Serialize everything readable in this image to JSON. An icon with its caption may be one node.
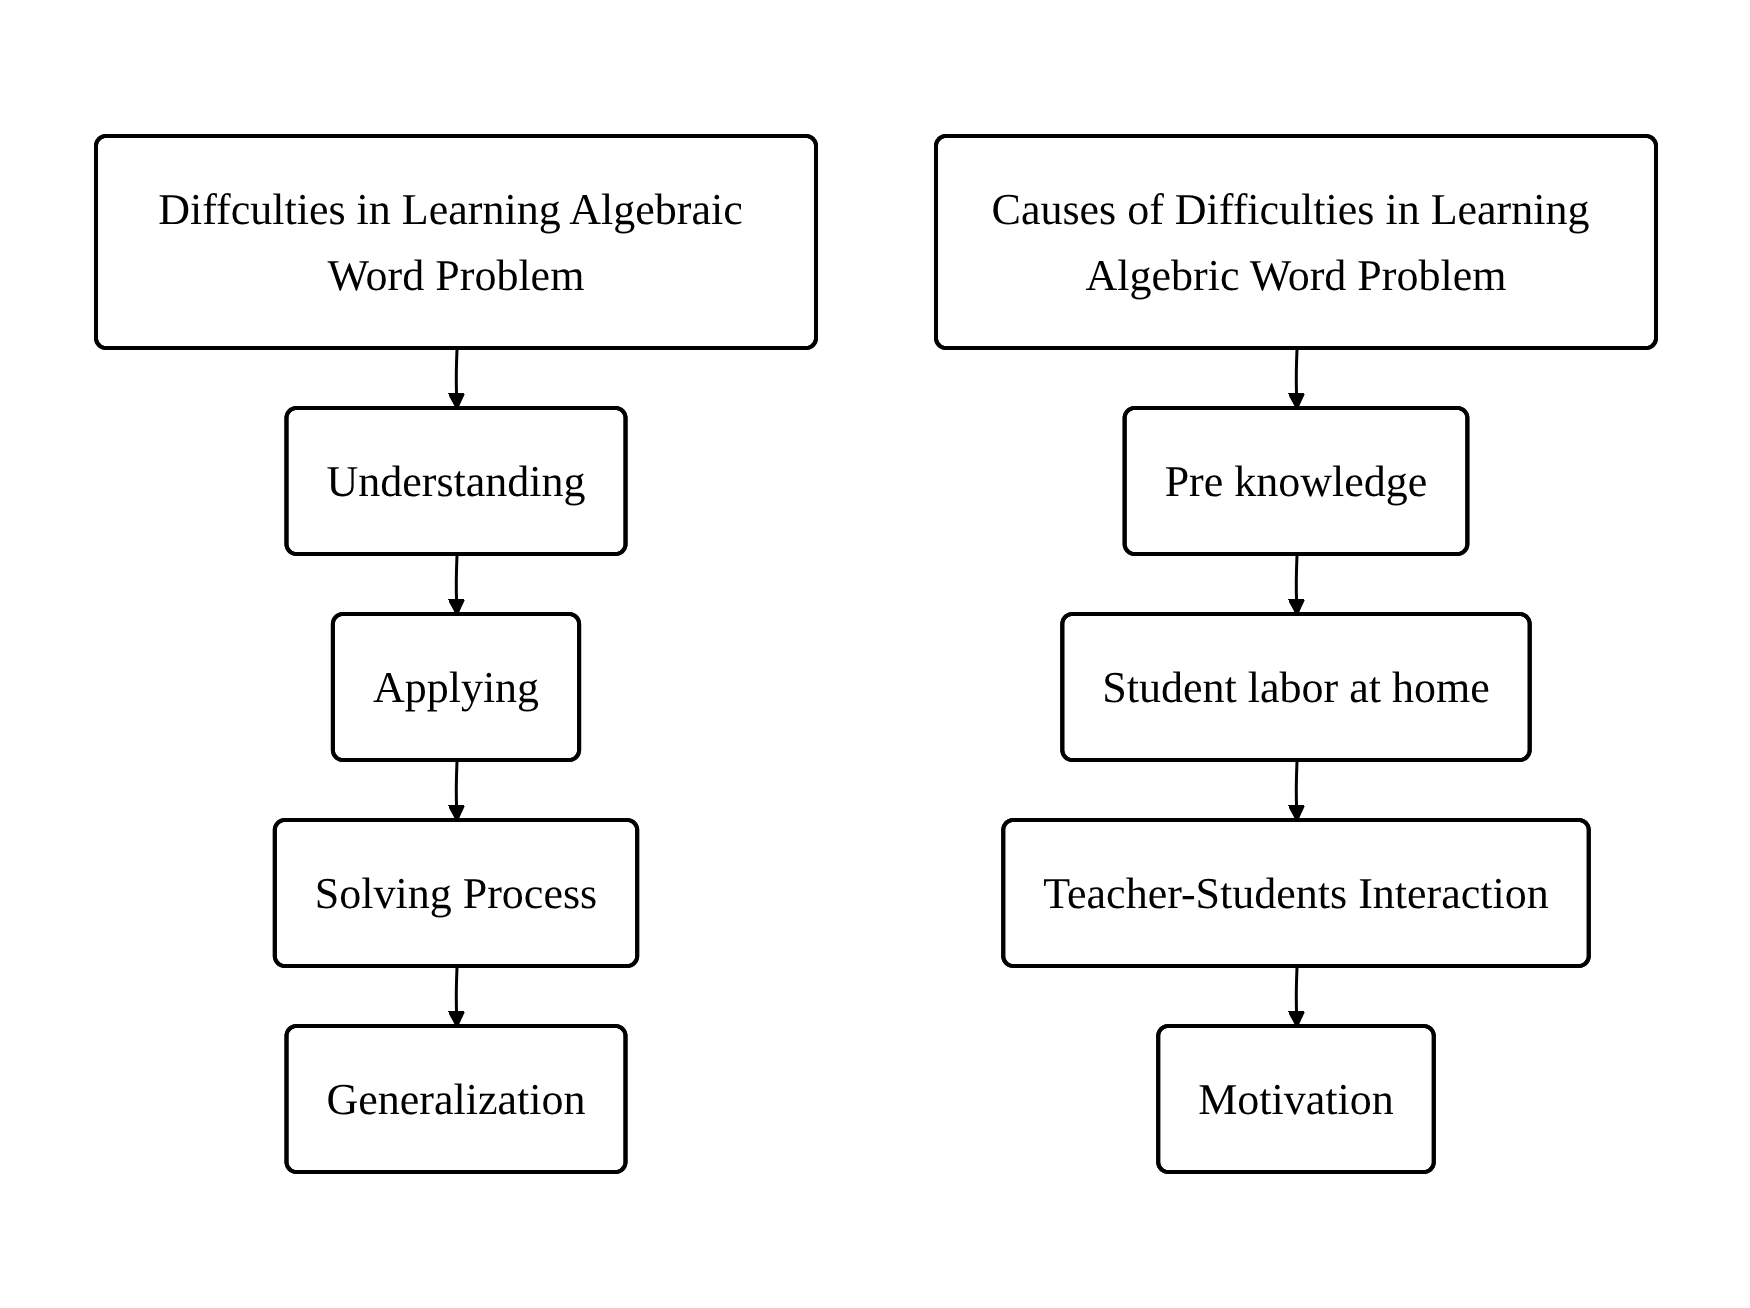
{
  "diagram": {
    "nodes": [
      {
        "text": [
          "Diffculties in Learning Algebraic Word Problem"
        ]
      },
      {
        "text": [
          "Understanding"
        ]
      },
      {
        "text": [
          "Applying"
        ]
      },
      {
        "text": [
          "Solving Process"
        ]
      },
      {
        "text": [
          "Generalization"
        ]
      },
      {
        "text": [
          "Causes of Difficulties in Learning Algebric Word Problem"
        ]
      },
      {
        "text": [
          "Pre knowledge"
        ]
      },
      {
        "text": [
          "Student labor at home"
        ]
      },
      {
        "text": [
          "Teacher-Students Interaction"
        ]
      },
      {
        "text": [
          "Motivation"
        ]
      }
    ],
    "edges": [
      {
        "from": 0,
        "to": 1,
        "arrow": "to"
      },
      {
        "from": 1,
        "to": 2,
        "arrow": "to"
      },
      {
        "from": 2,
        "to": 3,
        "arrow": "to"
      },
      {
        "from": 3,
        "to": 4,
        "arrow": "to"
      },
      {
        "from": 5,
        "to": 6,
        "arrow": "to"
      },
      {
        "from": 6,
        "to": 7,
        "arrow": "to"
      },
      {
        "from": 7,
        "to": 8,
        "arrow": "to"
      },
      {
        "from": 8,
        "to": 9,
        "arrow": "to"
      }
    ]
  }
}
